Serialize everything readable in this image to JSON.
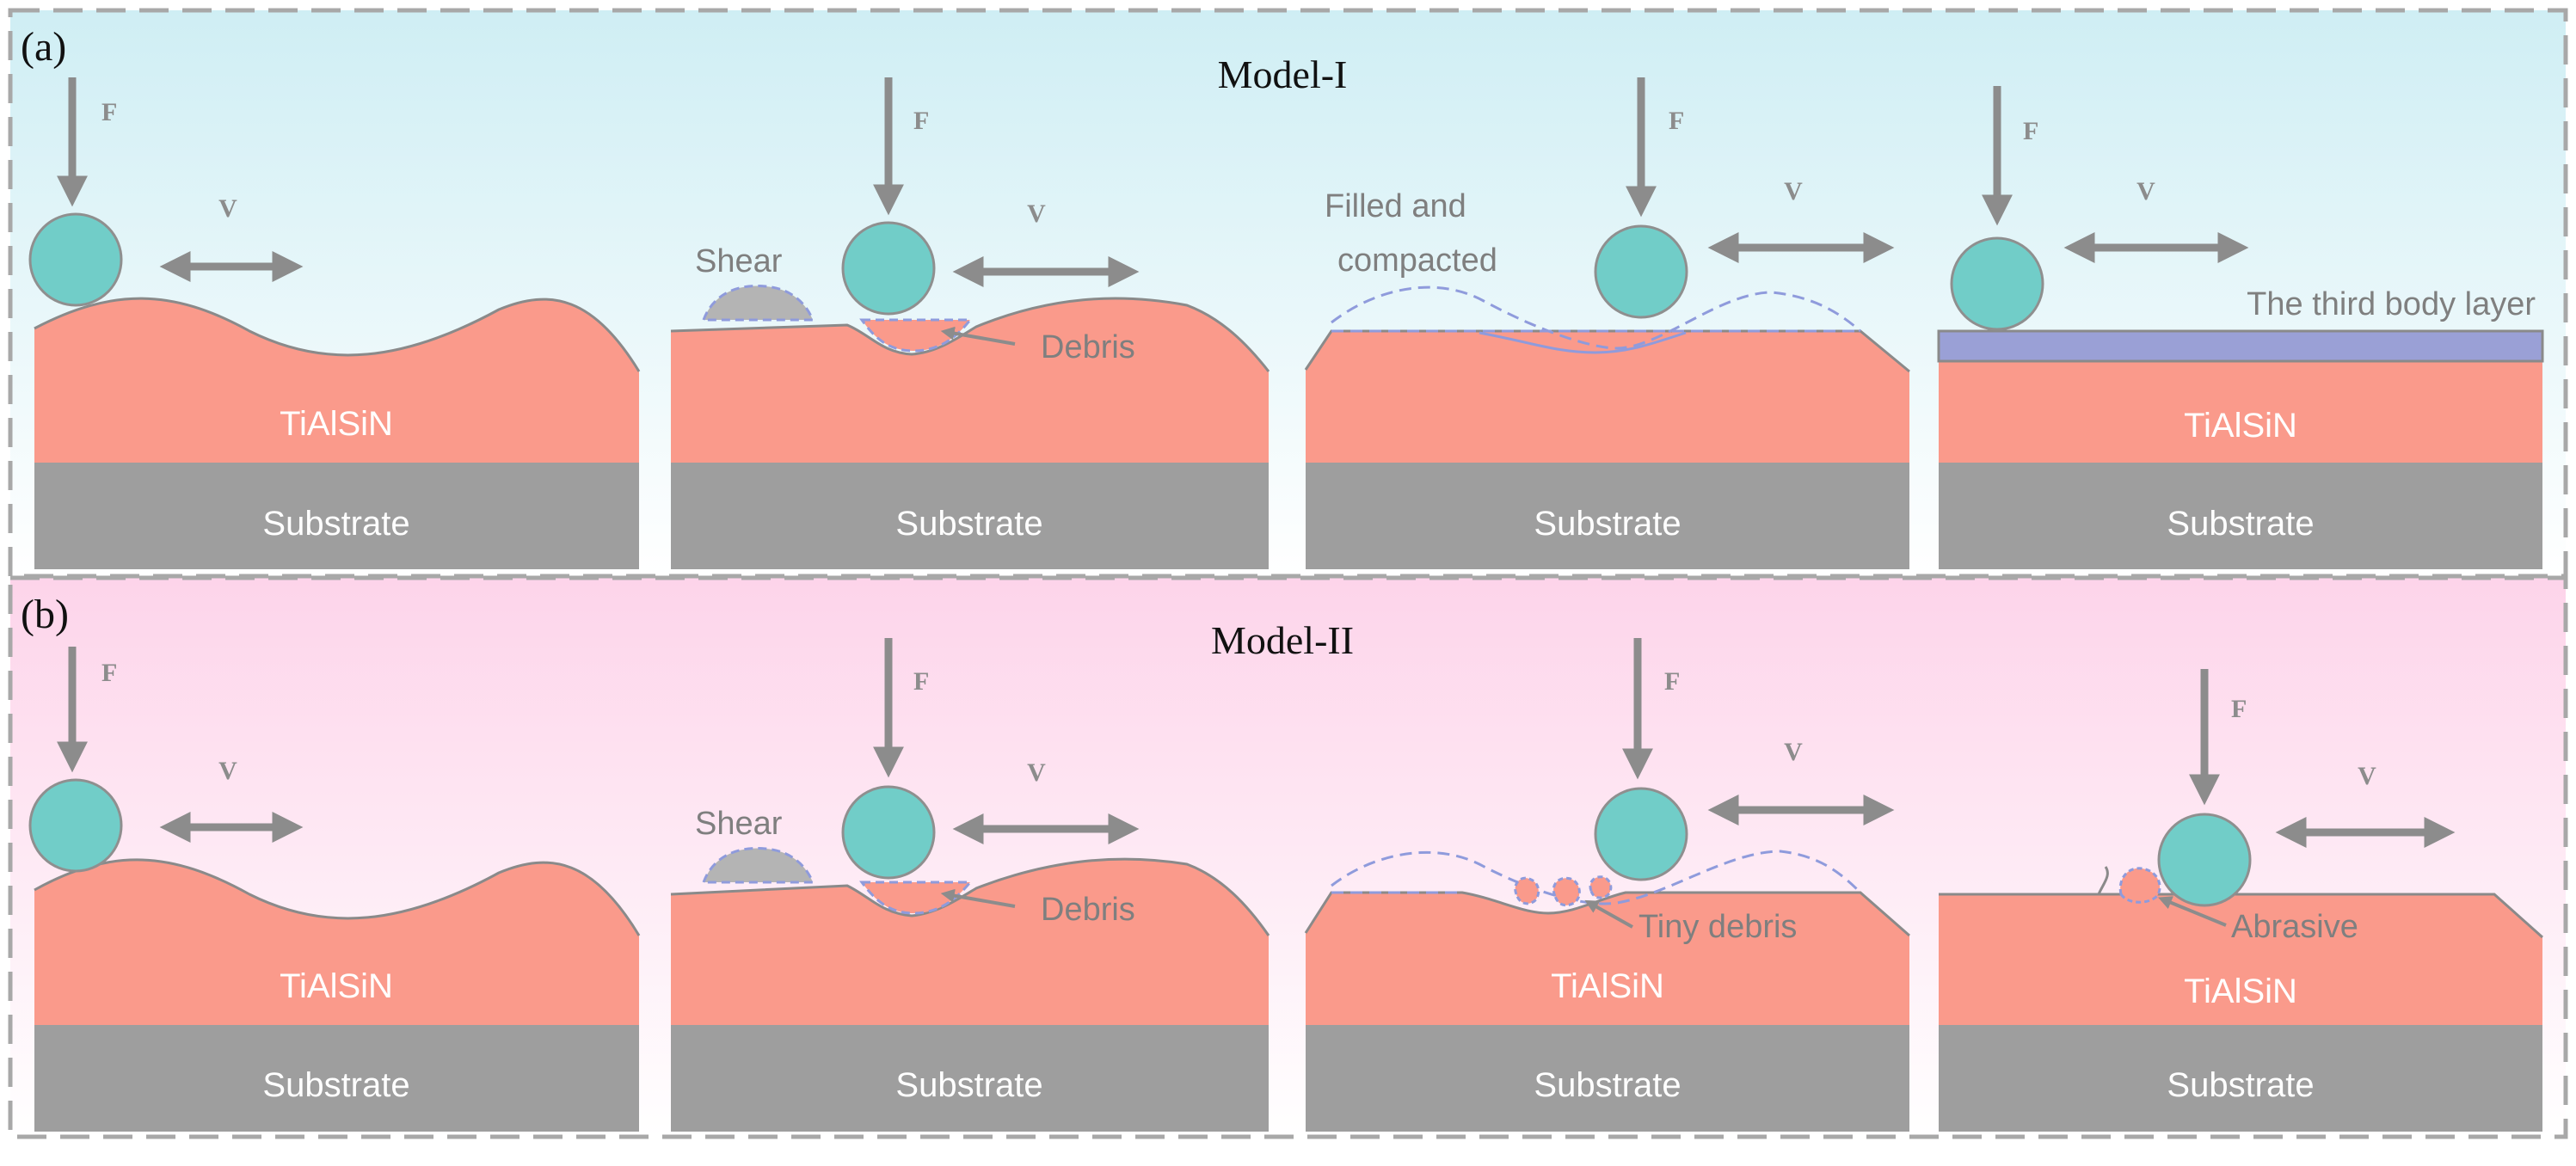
{
  "colors": {
    "coating": "#fa9a8b",
    "substrate": "#9e9e9e",
    "ball": "#71cdc8",
    "ball_stroke": "#8f8f8f",
    "arrow": "#8c8c8c",
    "label_gray": "#7f7f7f",
    "dashed_outline": "#8f9bdc",
    "third_body": "#9aa0d6",
    "panel_a_top": "#cfeef4",
    "panel_b_top": "#fdd4ea",
    "border_dash": "#a8a8a8"
  },
  "panel_a": {
    "label": "(a)",
    "title": "Model-I",
    "force": "F",
    "velocity": "V",
    "coating": "TiAlSiN",
    "substrate": "Substrate",
    "shear": "Shear",
    "debris": "Debris",
    "filled_line1": "Filled and",
    "filled_line2": "compacted",
    "third_body": "The third body layer"
  },
  "panel_b": {
    "label": "(b)",
    "title": "Model-II",
    "force": "F",
    "velocity": "V",
    "coating": "TiAlSiN",
    "substrate": "Substrate",
    "shear": "Shear",
    "debris": "Debris",
    "tiny_debris": "Tiny debris",
    "abrasive": "Abrasive"
  }
}
